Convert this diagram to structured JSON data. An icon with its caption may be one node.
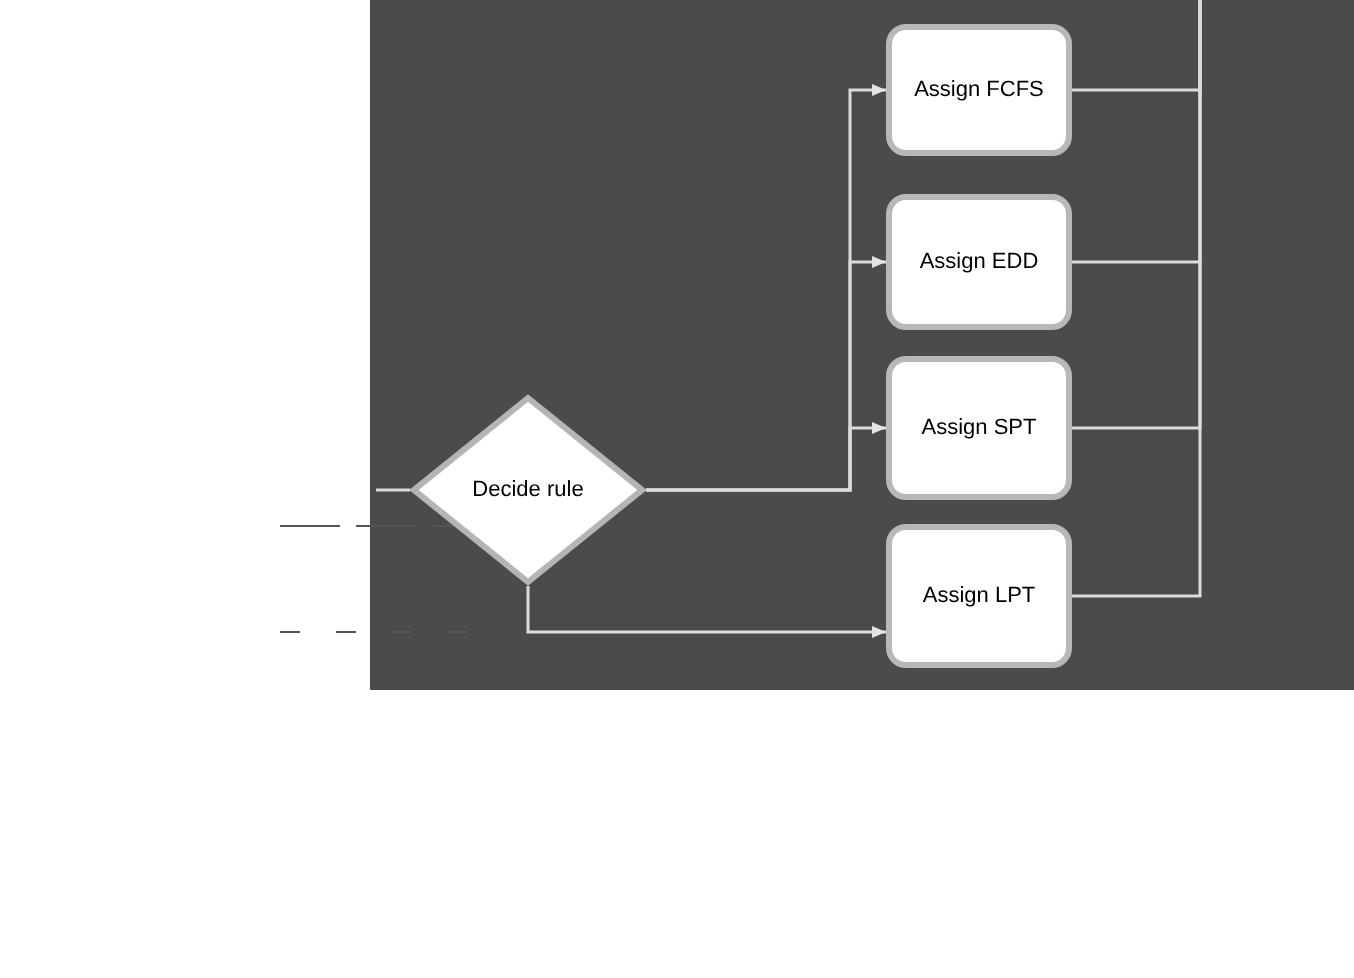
{
  "diagram": {
    "nodes": [
      {
        "text": [
          "Decide rule"
        ]
      },
      {
        "text": [
          "Assign FCFS"
        ]
      },
      {
        "text": [
          "Assign EDD"
        ]
      },
      {
        "text": [
          "Assign SPT"
        ]
      },
      {
        "text": [
          "Assign LPT"
        ]
      }
    ],
    "edges": [
      {
        "from": null,
        "to": 0,
        "arrow": "none"
      },
      {
        "from": 0,
        "to": 1,
        "arrow": "to"
      },
      {
        "from": 0,
        "to": 2,
        "arrow": "to"
      },
      {
        "from": 0,
        "to": 3,
        "arrow": "to"
      },
      {
        "from": 0,
        "to": 4,
        "arrow": "to"
      },
      {
        "from": 1,
        "to": null,
        "arrow": "none"
      },
      {
        "from": 2,
        "to": null,
        "arrow": "none"
      },
      {
        "from": 3,
        "to": null,
        "arrow": "none"
      },
      {
        "from": 4,
        "to": null,
        "arrow": "none"
      }
    ]
  }
}
